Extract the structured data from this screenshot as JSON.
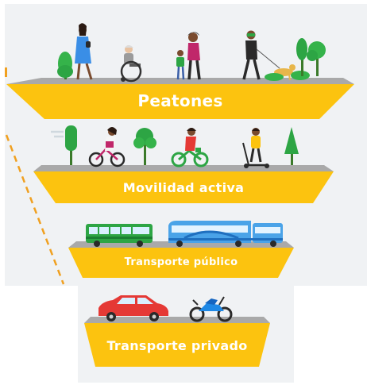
{
  "pyramid": {
    "levels": [
      {
        "label": "Peatones",
        "icons": [
          "woman-walking-icon",
          "wheelchair-user-icon",
          "parent-child-walking-icon",
          "man-walking-dog-icon",
          "tree-icon"
        ]
      },
      {
        "label": "Movilidad activa",
        "icons": [
          "woman-cyclist-icon",
          "woman-bikeshare-icon",
          "scooter-rider-icon",
          "tree-icon"
        ]
      },
      {
        "label": "Transporte público",
        "icons": [
          "green-bus-icon",
          "blue-articulated-bus-icon"
        ]
      },
      {
        "label": "Transporte privado",
        "icons": [
          "red-car-icon",
          "motorcycle-icon"
        ]
      }
    ],
    "colors": {
      "tier_yellow": "#fcc30f",
      "tier_yellow_dark": "#e8a800",
      "road_gray": "#a7a7a7",
      "background_panel": "#f0f2f4",
      "dashed_line": "#f0a020"
    }
  }
}
